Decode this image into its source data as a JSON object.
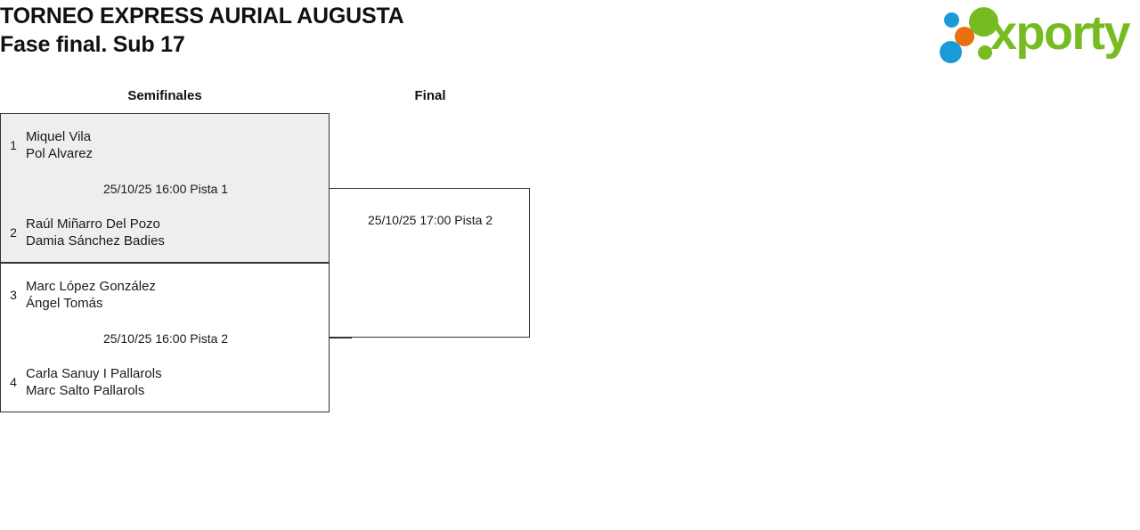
{
  "header": {
    "title_line1": "TORNEO EXPRESS AURIAL AUGUSTA",
    "title_line2": "Fase final. Sub 17",
    "logo_wordmark": "xporty",
    "brand_colors": {
      "green": "#76bc21",
      "blue": "#1a9bd7",
      "orange": "#e8700f"
    }
  },
  "bracket": {
    "rounds": [
      {
        "label": "Semifinales"
      },
      {
        "label": "Final"
      }
    ],
    "semifinals": [
      {
        "highlighted": true,
        "top": {
          "seed": "1",
          "player1": "Miquel Vila",
          "player2": "Pol Alvarez"
        },
        "bottom": {
          "seed": "2",
          "player1": "Raúl Miñarro Del Pozo",
          "player2": "Damia Sánchez Badies"
        },
        "schedule": "25/10/25 16:00 Pista 1"
      },
      {
        "highlighted": false,
        "top": {
          "seed": "3",
          "player1": "Marc López González",
          "player2": "Ángel Tomás"
        },
        "bottom": {
          "seed": "4",
          "player1": "Carla Sanuy I Pallarols",
          "player2": "Marc Salto Pallarols"
        },
        "schedule": "25/10/25 16:00 Pista 2"
      }
    ],
    "final": {
      "schedule": "25/10/25 17:00 Pista 2"
    }
  }
}
